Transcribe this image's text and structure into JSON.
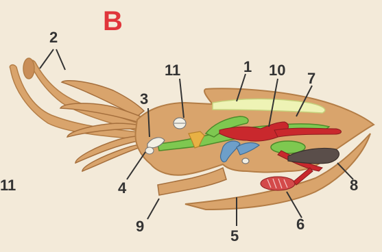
{
  "title": "B",
  "labels": {
    "l1": "1",
    "l2": "2",
    "l3": "3",
    "l4": "4",
    "l5": "5",
    "l6": "6",
    "l7": "7",
    "l8": "8",
    "l9": "9",
    "l10": "10",
    "l11_top": "11",
    "l11_left": "11"
  },
  "colors": {
    "body": "#d9a46c",
    "body_stroke": "#b37d46",
    "title": "#e0353b",
    "green": "#7ec850",
    "red": "#c9282d",
    "blue": "#6e9fc9",
    "dark": "#5a4e4a",
    "light_green": "#eef3b5"
  }
}
